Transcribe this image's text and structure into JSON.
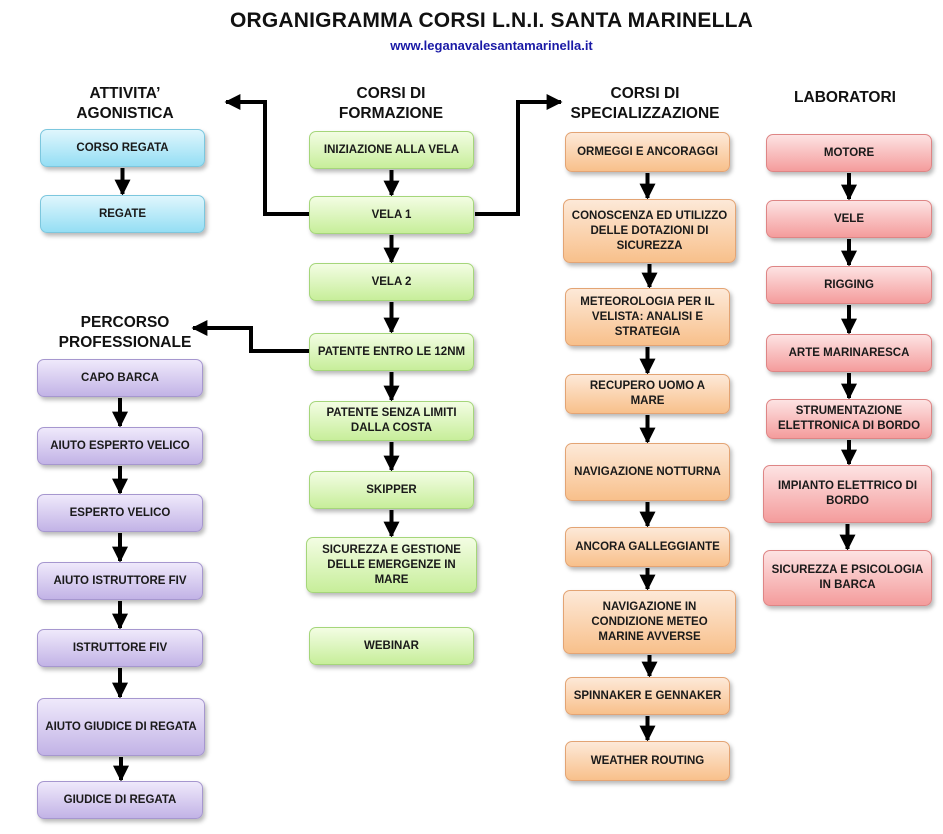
{
  "title": "ORGANIGRAMMA CORSI L.N.I. SANTA MARINELLA",
  "url": "www.leganavalesantamarinella.it",
  "headers": {
    "agonistica": "ATTIVITA’ AGONISTICA",
    "formazione": "CORSI DI FORMAZIONE",
    "specializzazione": "CORSI DI SPECIALIZZAZIONE",
    "laboratori": "LABORATORI",
    "professionale": "PERCORSO PROFESSIONALE"
  },
  "agonistica": [
    "CORSO REGATA",
    "REGATE"
  ],
  "formazione": [
    "INIZIAZIONE ALLA VELA",
    "VELA 1",
    "VELA 2",
    "PATENTE ENTRO LE 12NM",
    "PATENTE SENZA LIMITI DALLA COSTA",
    "SKIPPER",
    "SICUREZZA  E GESTIONE DELLE EMERGENZE IN MARE",
    "WEBINAR"
  ],
  "specializzazione": [
    "ORMEGGI E ANCORAGGI",
    "CONOSCENZA ED UTILIZZO DELLE DOTAZIONI DI SICUREZZA",
    "METEOROLOGIA PER IL VELISTA: ANALISI E STRATEGIA",
    "RECUPERO UOMO A MARE",
    "NAVIGAZIONE NOTTURNA",
    "ANCORA GALLEGGIANTE",
    "NAVIGAZIONE IN CONDIZIONE METEO MARINE AVVERSE",
    "SPINNAKER E GENNAKER",
    "WEATHER ROUTING"
  ],
  "laboratori": [
    "MOTORE",
    "VELE",
    "RIGGING",
    "ARTE MARINARESCA",
    "STRUMENTAZIONE ELETTRONICA DI BORDO",
    "IMPIANTO ELETTRICO DI BORDO",
    "SICUREZZA E PSICOLOGIA IN BARCA"
  ],
  "professionale": [
    "CAPO  BARCA",
    "AIUTO ESPERTO VELICO",
    "ESPERTO VELICO",
    "AIUTO ISTRUTTORE FIV",
    "ISTRUTTORE FIV",
    "AIUTO GIUDICE DI REGATA",
    "GIUDICE DI REGATA"
  ],
  "colors": {
    "agonistica": "#95def4",
    "formazione": "#c7ee9a",
    "specializzazione": "#f8c08b",
    "laboratori": "#f49c9c",
    "professionale": "#c2b3e6",
    "arrow": "#000000",
    "url": "#1a1aa6"
  }
}
